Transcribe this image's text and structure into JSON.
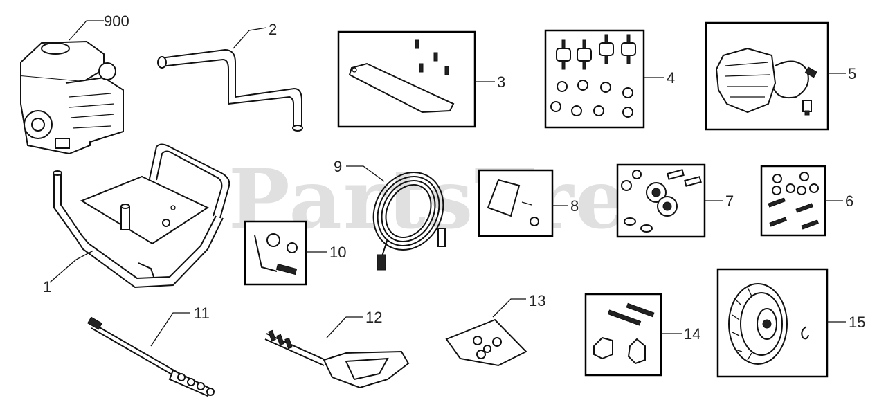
{
  "watermark": {
    "text": "PartsTree",
    "mark": "™"
  },
  "callouts": {
    "c900": "900",
    "c1": "1",
    "c2": "2",
    "c3": "3",
    "c4": "4",
    "c5": "5",
    "c6": "6",
    "c7": "7",
    "c8": "8",
    "c9": "9",
    "c10": "10",
    "c11": "11",
    "c12": "12",
    "c13": "13",
    "c14": "14",
    "c15": "15"
  },
  "icons": {
    "engine": "engine-icon",
    "frame": "frame-icon",
    "handle": "handle-icon",
    "hose": "hose-icon",
    "lance": "lance-icon",
    "gun": "spray-gun-icon",
    "pump": "pump-icon",
    "wheel": "wheel-icon"
  }
}
